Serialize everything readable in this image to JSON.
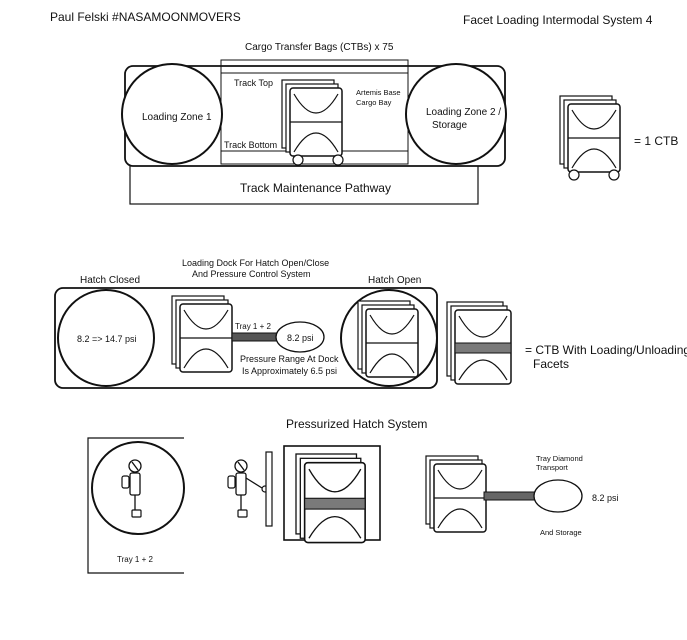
{
  "header": {
    "author": "Paul Felski #NASAMOONMOVERS",
    "title": "Facet Loading Intermodal System 4"
  },
  "top_diagram": {
    "cargo_label": "Cargo Transfer Bags (CTBs) x 75",
    "zone1": "Loading Zone 1",
    "zone2_line1": "Loading Zone 2 /",
    "zone2_line2": "Storage",
    "track_top": "Track Top",
    "track_bottom": "Track Bottom",
    "cargo_bay_line1": "Artemis Base",
    "cargo_bay_line2": "Cargo Bay",
    "pathway": "Track Maintenance Pathway",
    "legend_ctb": "= 1 CTB"
  },
  "dock_diagram": {
    "title_line1": "Loading Dock For Hatch Open/Close",
    "title_line2": "And Pressure Control System",
    "hatch_closed": "Hatch Closed",
    "hatch_open": "Hatch Open",
    "pressure_change": "8.2 => 14.7 psi",
    "tray": "Tray 1 + 2",
    "psi_bubble": "8.2 psi",
    "range_line1": "Pressure Range At  Dock",
    "range_line2": "Is Approximately 6.5 psi",
    "legend_line1": "= CTB With Loading/Unloading",
    "legend_line2": "Facets"
  },
  "hatch_system": {
    "title": "Pressurized Hatch System",
    "tray": "Tray 1 + 2",
    "transport_line1": "Tray Diamond",
    "transport_line2": "Transport",
    "psi": "8.2 psi",
    "storage": "And Storage"
  }
}
